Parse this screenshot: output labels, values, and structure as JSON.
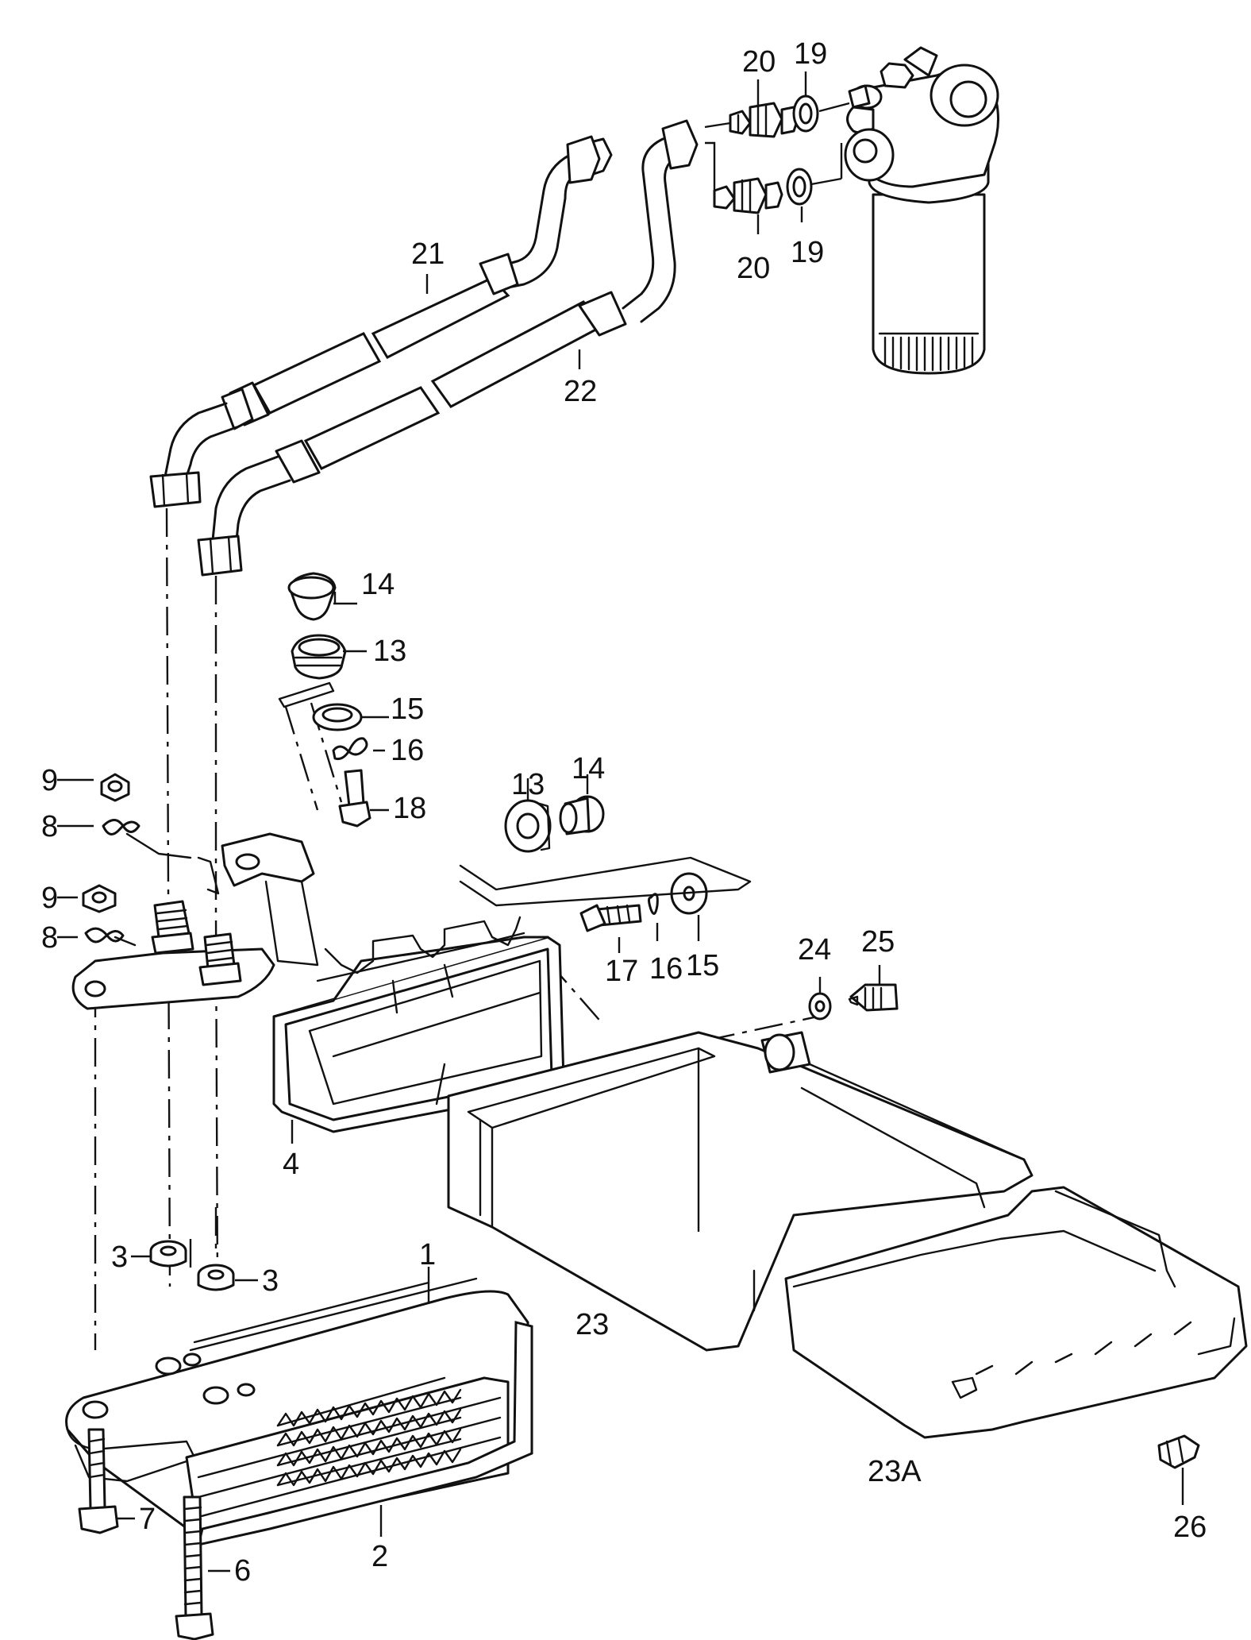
{
  "labels": {
    "l1": "1",
    "l2": "2",
    "l3a": "3",
    "l3b": "3",
    "l4": "4",
    "l6": "6",
    "l7": "7",
    "l8a": "8",
    "l8b": "8",
    "l9a": "9",
    "l9b": "9",
    "l13a": "13",
    "l13b": "13",
    "l14a": "14",
    "l14b": "14",
    "l15a": "15",
    "l15b": "15",
    "l16a": "16",
    "l16b": "16",
    "l17": "17",
    "l18": "18",
    "l19a": "19",
    "l19b": "19",
    "l20a": "20",
    "l20b": "20",
    "l21": "21",
    "l22": "22",
    "l23": "23",
    "l23A": "23A",
    "l24": "24",
    "l25": "25",
    "l26": "26"
  }
}
